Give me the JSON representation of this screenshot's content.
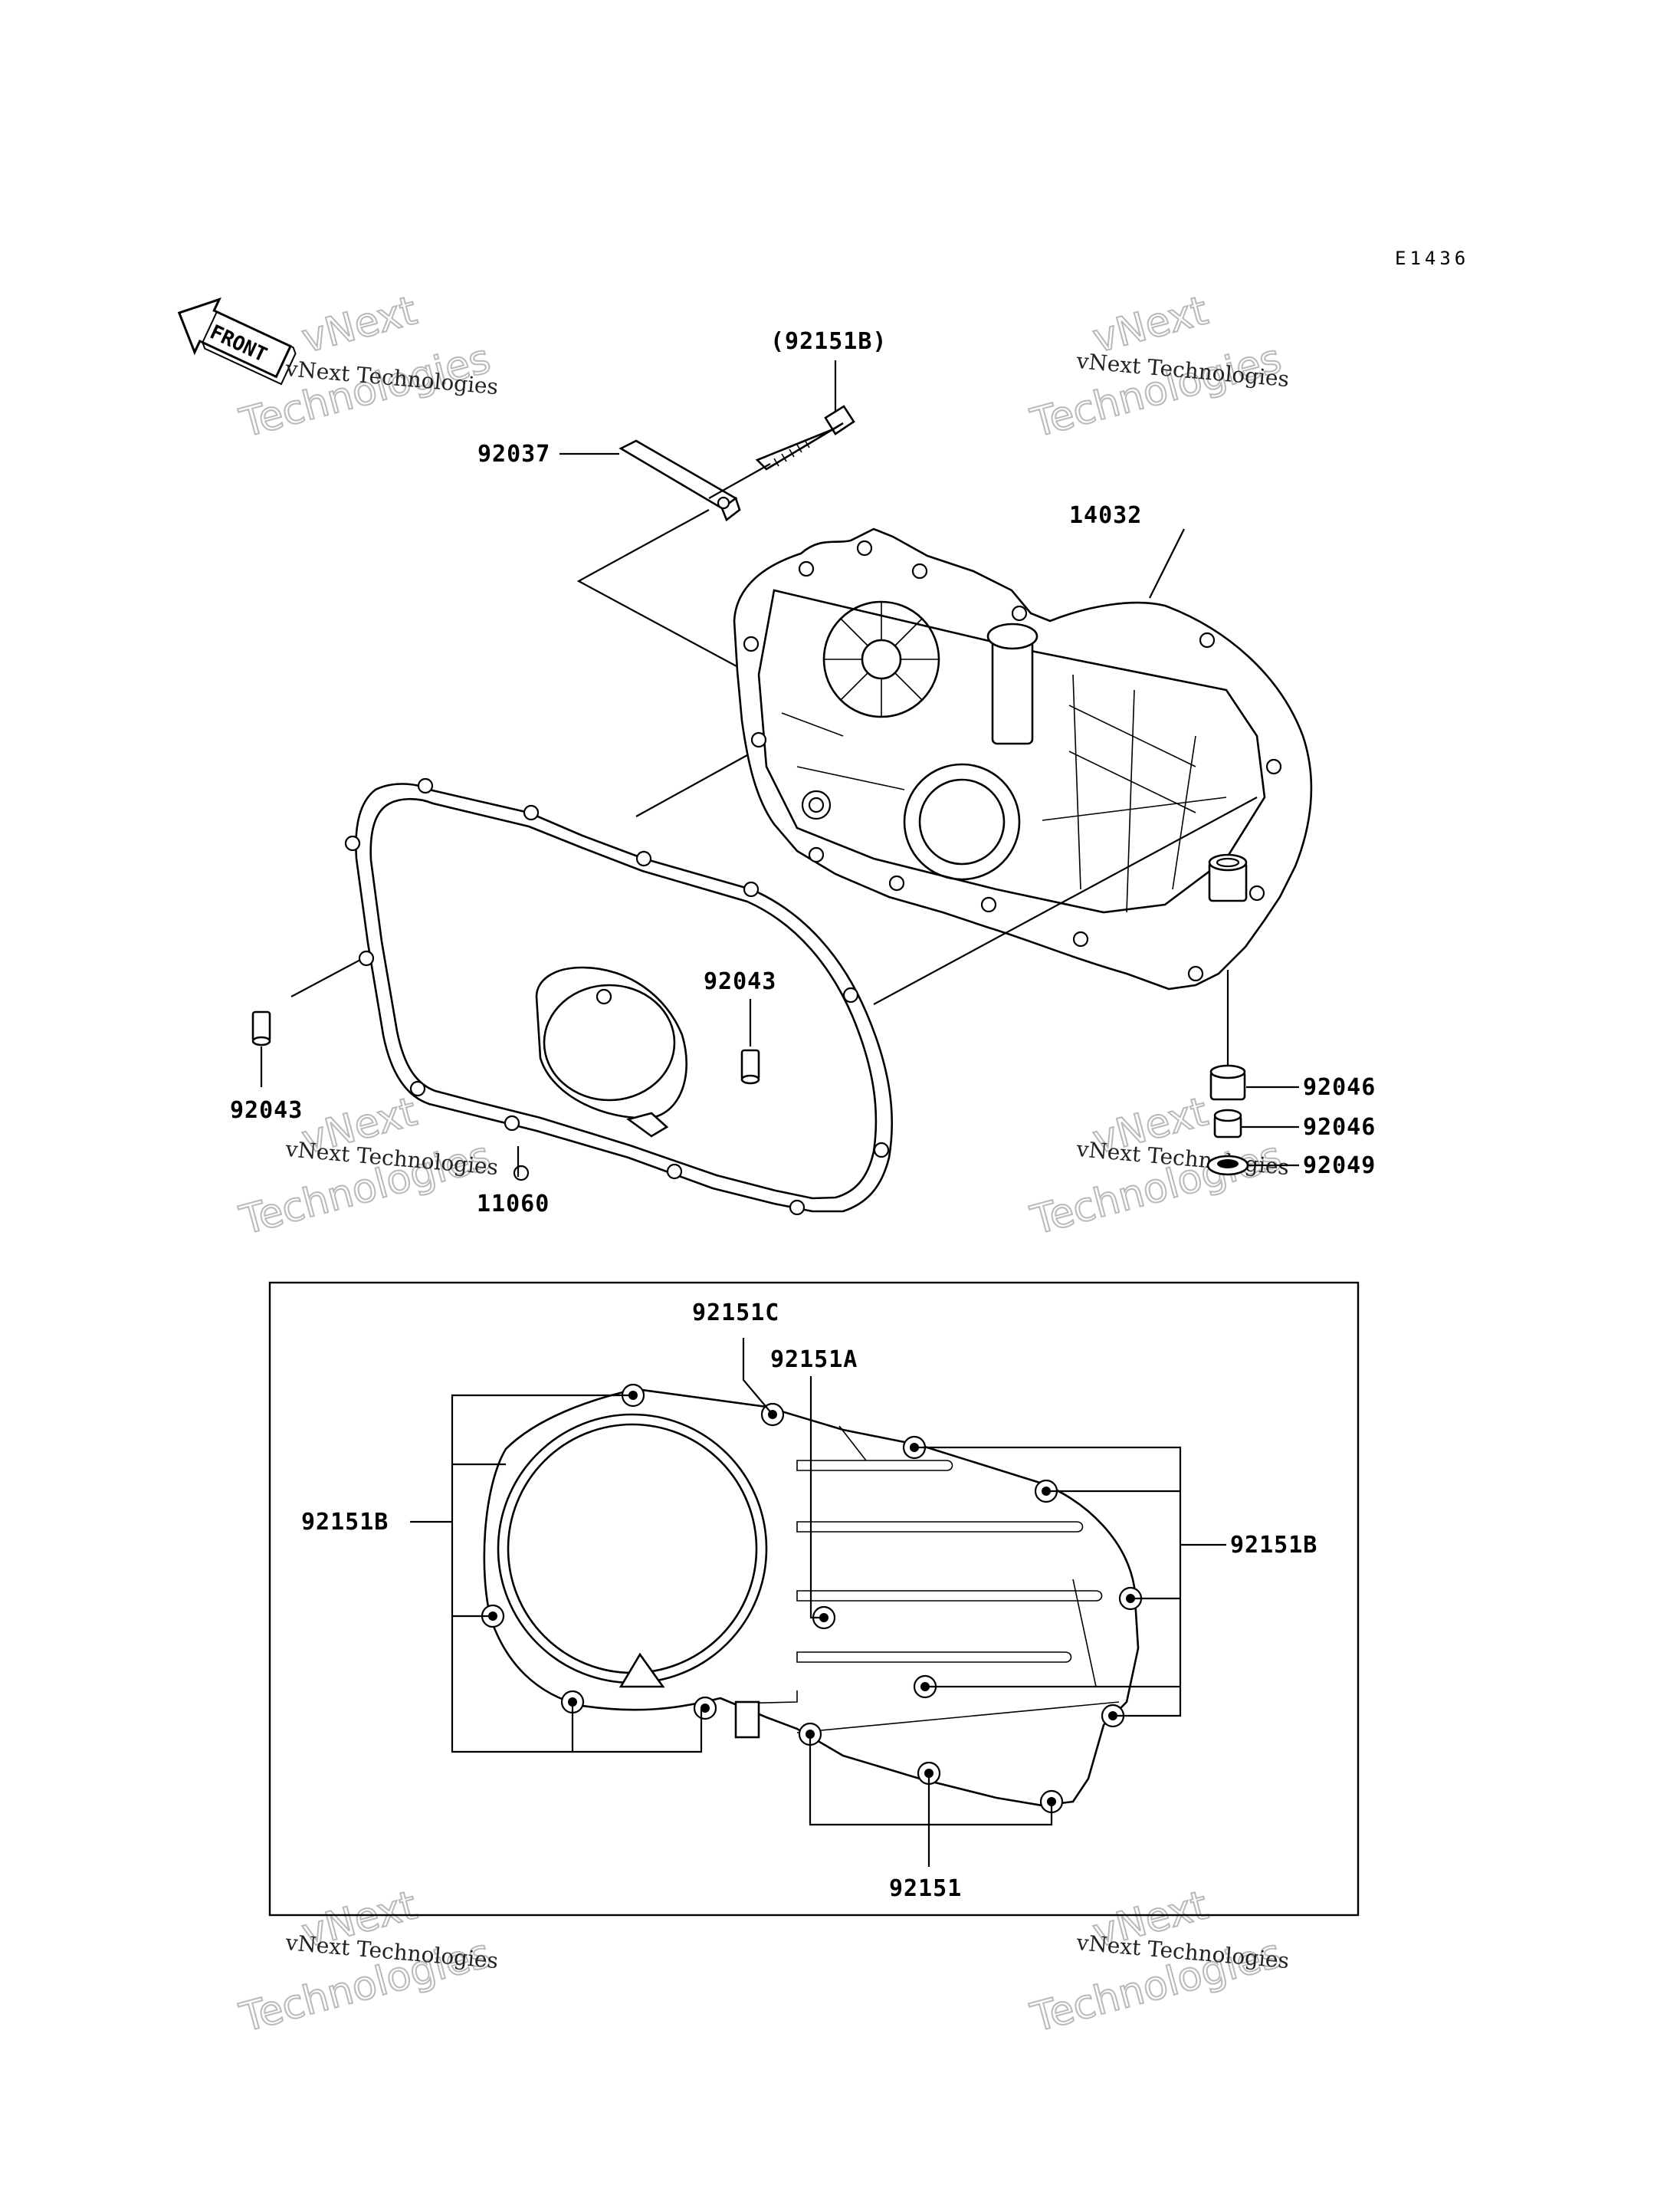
{
  "diagram_code": "E1436",
  "front_arrow_label": "FRONT",
  "watermark": {
    "line1": "vNext Technologies",
    "line2": "Technologies",
    "line3": "vNext"
  },
  "callouts": {
    "bolt_top": "(92151B)",
    "spacer_92037": "92037",
    "cover_14032": "14032",
    "dowel_mid": "92043",
    "dowel_left": "92043",
    "gasket_11060": "11060",
    "bush_1": "92046",
    "bush_2": "92046",
    "seal_92049": "92049"
  },
  "inset_callouts": {
    "bolt_c": "92151C",
    "bolt_a": "92151A",
    "bolt_b_left": "92151B",
    "bolt_b_right": "92151B",
    "bolt_plain": "92151"
  }
}
